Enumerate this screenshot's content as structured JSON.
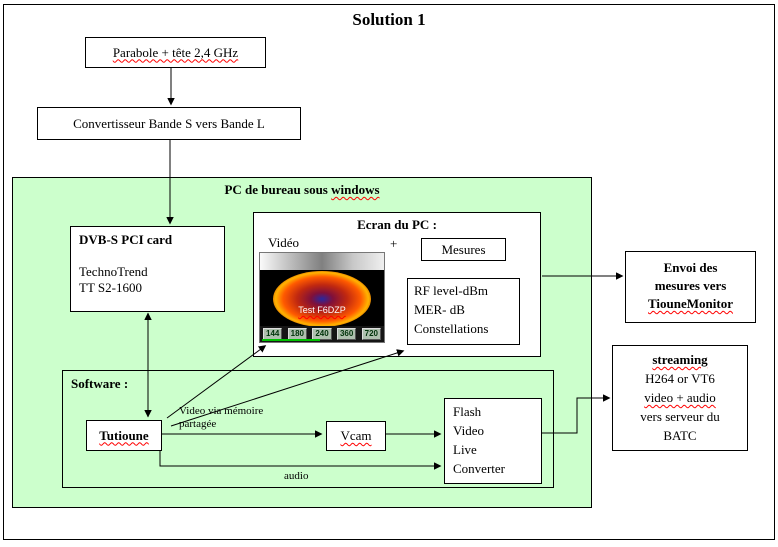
{
  "title": "Solution 1",
  "colors": {
    "group_fill": "#ccffcc",
    "spellcheck_color": "#ff0000"
  },
  "nodes": {
    "parabole": {
      "label": "Parabole + tête 2,4 GHz"
    },
    "convertisseur": {
      "label": "Convertisseur Bande S vers Bande L"
    },
    "pc_group": {
      "label_pre": "PC de bureau sous ",
      "label_flagged": "windows"
    },
    "dvbs_card": {
      "title": "DVB-S PCI card",
      "brand": "TechnoTrend",
      "model": "TT S2-1600"
    },
    "ecran": {
      "title": "Ecran du PC :",
      "video_label": "Vidéo",
      "plus": "+",
      "mesures_label": "Mesures",
      "rf_lines": [
        "RF level-dBm",
        "MER- dB",
        "Constellations"
      ]
    },
    "video_thumb": {
      "caption": "Test F6DZP",
      "numbers": [
        "144",
        "180",
        "240",
        "360",
        "720"
      ]
    },
    "envoi": {
      "lines": [
        "Envoi des",
        "mesures vers"
      ],
      "flagged": "TiouneMonitor"
    },
    "streaming": {
      "line1": "streaming",
      "line2": "H264 or VT6",
      "line3": "video + audio",
      "line4": "vers serveur du",
      "line5": "BATC"
    },
    "software": {
      "title": "Software :",
      "tutioune": "Tutioune",
      "vcam": "Vcam",
      "flash_lines": [
        "Flash",
        "Video",
        "Live",
        "Converter"
      ],
      "mem_label": [
        "Video via mémoire",
        "partagée"
      ],
      "audio_label": "audio"
    }
  }
}
